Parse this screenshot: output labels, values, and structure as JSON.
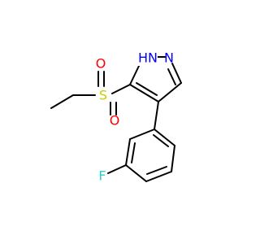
{
  "molecule": {
    "atoms": {
      "nh": {
        "label": "HN",
        "color": "#0000ff"
      },
      "n": {
        "label": "N",
        "color": "#0000ff"
      },
      "s": {
        "label": "S",
        "color": "#cccc00"
      },
      "o_top": {
        "label": "O",
        "color": "#ff0000"
      },
      "o_bottom": {
        "label": "O",
        "color": "#ff0000"
      },
      "f": {
        "label": "F",
        "color": "#33cccc"
      }
    }
  }
}
